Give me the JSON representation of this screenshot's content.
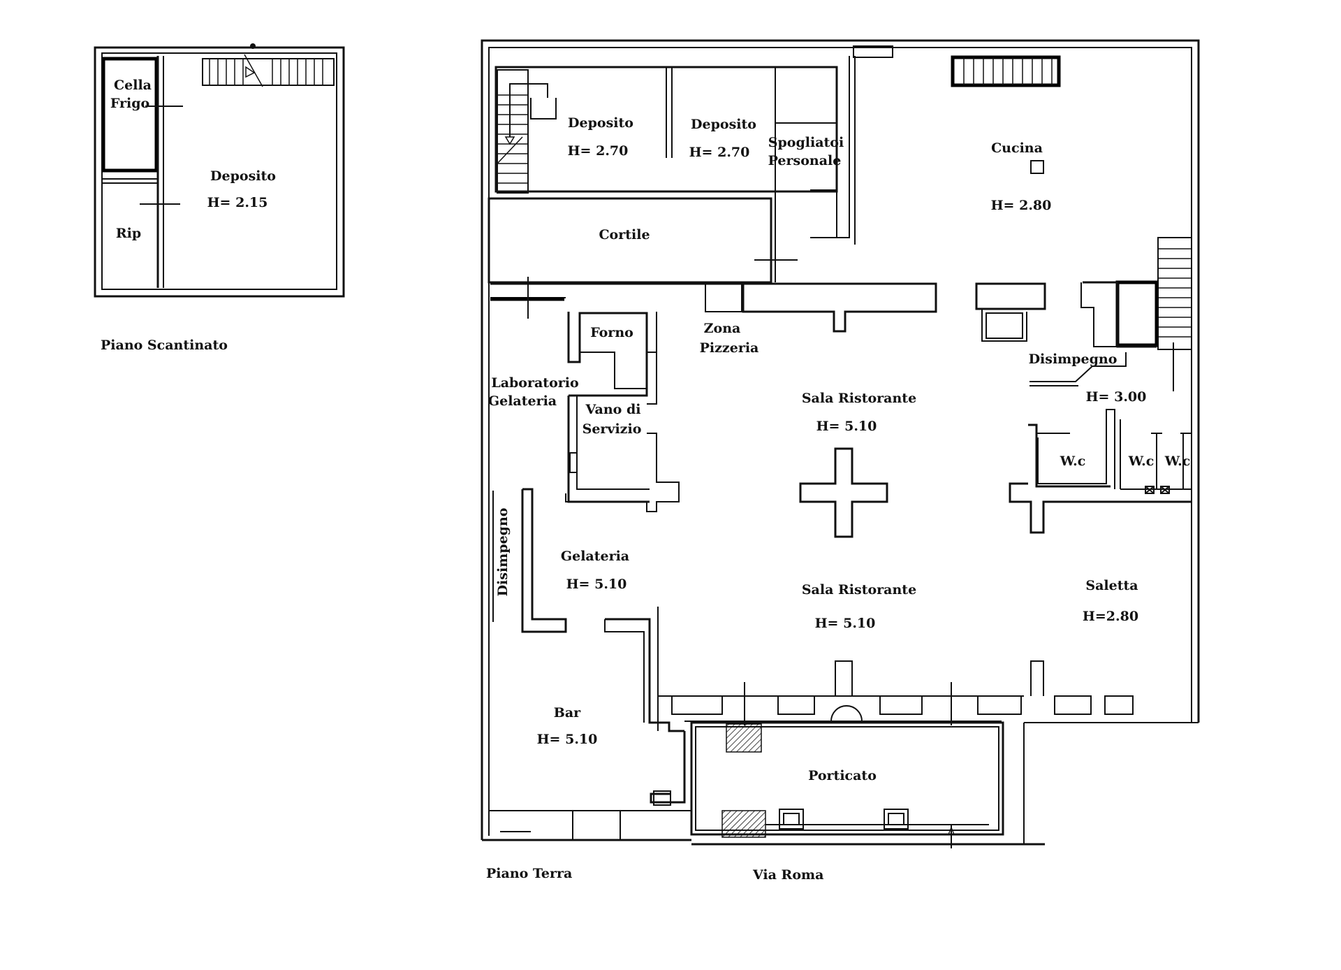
{
  "basement": {
    "caption": "Piano Scantinato",
    "rooms": {
      "cella": "Cella",
      "frigo": "Frigo",
      "deposito": "Deposito",
      "deposito_h": "H= 2.15",
      "rip": "Rip"
    }
  },
  "ground": {
    "caption": "Piano Terra",
    "street": "Via Roma",
    "rooms": {
      "deposito1": "Deposito",
      "deposito1_h": "H= 2.70",
      "deposito2": "Deposito",
      "deposito2_h": "H= 2.70",
      "spogliatoi1": "Spogliatoi",
      "spogliatoi2": "Personale",
      "cucina": "Cucina",
      "cucina_h": "H= 2.80",
      "cortile": "Cortile",
      "forno": "Forno",
      "zona1": "Zona",
      "zona2": "Pizzeria",
      "lab1": "Laboratorio",
      "lab2": "Gelateria",
      "vano1": "Vano di",
      "vano2": "Servizio",
      "sala1": "Sala Ristorante",
      "sala1_h": "H= 5.10",
      "disimpegno_r": "Disimpegno",
      "disimpegno_r_h": "H= 3.00",
      "wc1": "W.c",
      "wc2": "W.c",
      "wc3": "W.c",
      "disimpegno_l": "Disimpegno",
      "gelateria": "Gelateria",
      "gelateria_h": "H= 5.10",
      "sala2": "Sala Ristorante",
      "sala2_h": "H= 5.10",
      "saletta": "Saletta",
      "saletta_h": "H=2.80",
      "bar": "Bar",
      "bar_h": "H= 5.10",
      "porticato": "Porticato"
    }
  }
}
